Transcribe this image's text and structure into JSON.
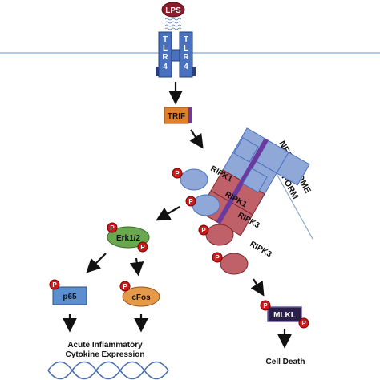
{
  "ligand": "LPS",
  "receptor": {
    "left": "TLR4",
    "right": "TLR4"
  },
  "adaptor": "TRIF",
  "platform_label": [
    "NECROSOME",
    "PLATFORM"
  ],
  "complex": {
    "ripk1_a": "RIPK1",
    "ripk1_b": "RIPK1",
    "ripk3_a": "RIPK3",
    "ripk3_b": "RIPK3"
  },
  "phospho": "P",
  "erk": "Erk1/2",
  "p65": "p65",
  "cfos": "cFos",
  "mlkl": "MLKL",
  "outcome_left": [
    "Acute Inflammatory",
    "Cytokine Expression"
  ],
  "outcome_right": "Cell Death",
  "colors": {
    "lps": "#8b1a2b",
    "tlr4": "#4a70c0",
    "trif": "#e0802a",
    "ripk1": "#8fa8d8",
    "ripk3": "#c06068",
    "erk": "#6aa84f",
    "p65": "#5b8fd0",
    "cfos": "#e59a4a",
    "mlkl": "#2a1f4a",
    "phospho": "#cc1a1a",
    "dna": "#4a6fb0"
  }
}
